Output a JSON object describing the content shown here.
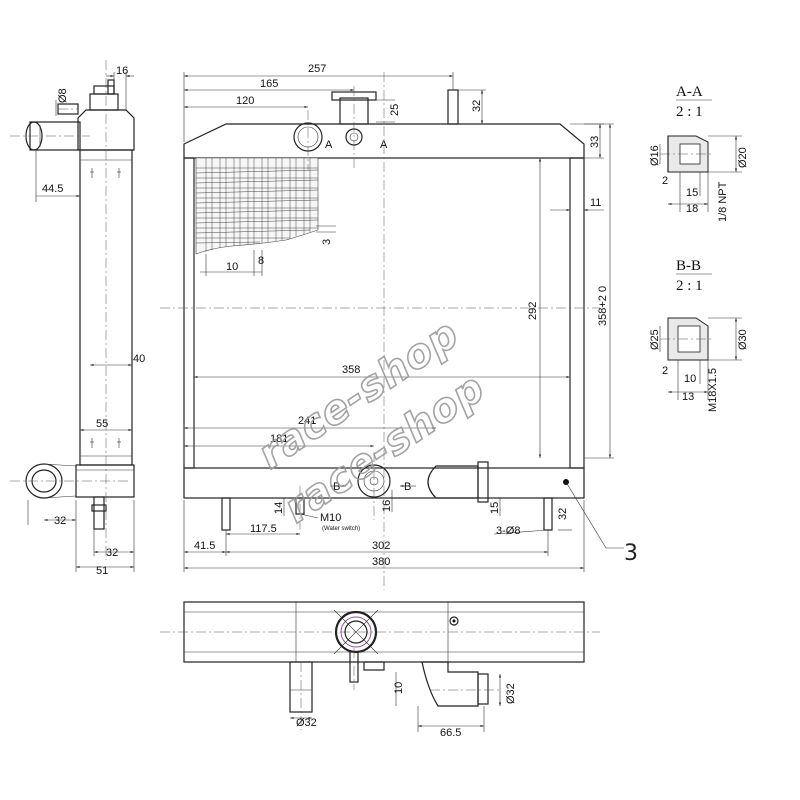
{
  "side_view": {
    "dims": [
      "16",
      "Ø8",
      "44.5",
      "40",
      "55",
      "32",
      "32",
      "51"
    ]
  },
  "front_view": {
    "dims": [
      "257",
      "165",
      "120",
      "25",
      "32",
      "33",
      "11",
      "3",
      "10",
      "8",
      "292",
      "358+2 0",
      "358",
      "241",
      "181",
      "117.5",
      "41.5",
      "302",
      "380",
      "14",
      "16",
      "15",
      "32",
      "3-Ø8"
    ],
    "thread_label": "M10",
    "thread_note": "(Water switch)",
    "section_a": "A",
    "section_b": "B",
    "callout": "3"
  },
  "bottom_view": {
    "dims": [
      "Ø32",
      "10",
      "Ø32",
      "66.5"
    ]
  },
  "section_aa": {
    "title": "A-A",
    "scale": "2 : 1",
    "dims": [
      "Ø16",
      "Ø20",
      "2",
      "15",
      "18",
      "1/8 NPT"
    ]
  },
  "section_bb": {
    "title": "B-B",
    "scale": "2 : 1",
    "dims": [
      "Ø25",
      "Ø30",
      "2",
      "10",
      "13",
      "M18X1.5"
    ]
  },
  "watermark": [
    "race-shop",
    "race-shop"
  ]
}
